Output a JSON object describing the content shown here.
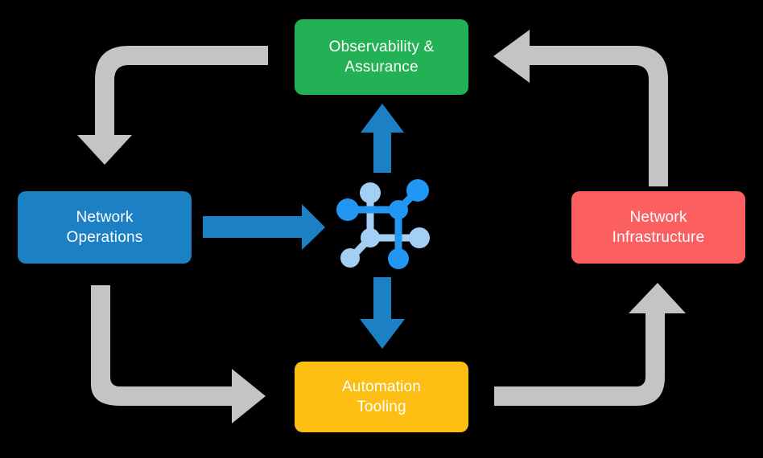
{
  "diagram": {
    "title": "Network operations lifecycle cycle diagram",
    "background_color": "#000000",
    "center": {
      "icon_name": "network-mesh-icon",
      "primary_color": "#2196F3",
      "secondary_color": "#A3CFF5"
    },
    "nodes": [
      {
        "id": "observability",
        "label": "Observability &\nAssurance",
        "color": "#22B154",
        "position": "top"
      },
      {
        "id": "network-operations",
        "label": "Network\nOperations",
        "color": "#1B80C4",
        "position": "left"
      },
      {
        "id": "network-infrastructure",
        "label": "Network\nInfrastructure",
        "color": "#FB5F5F",
        "position": "right"
      },
      {
        "id": "automation-tooling",
        "label": "Automation\nTooling",
        "color": "#FDBE14",
        "position": "bottom"
      }
    ],
    "connectors": [
      {
        "id": "observability-to-network-operations",
        "name": "gray-elbow-arrow-top-left",
        "color": "#C4C4C4",
        "from": "observability",
        "to": "network-operations",
        "direction": "down"
      },
      {
        "id": "network-infrastructure-to-observability",
        "name": "gray-elbow-arrow-top-right",
        "color": "#C4C4C4",
        "from": "network-infrastructure",
        "to": "observability",
        "direction": "left"
      },
      {
        "id": "network-operations-to-automation-tooling",
        "name": "gray-elbow-arrow-bottom-left",
        "color": "#C4C4C4",
        "from": "network-operations",
        "to": "automation-tooling",
        "direction": "right"
      },
      {
        "id": "automation-tooling-to-network-infrastructure",
        "name": "gray-elbow-arrow-bottom-right",
        "color": "#C4C4C4",
        "from": "automation-tooling",
        "to": "network-infrastructure",
        "direction": "up"
      },
      {
        "id": "center-to-observability",
        "name": "blue-arrow-up",
        "color": "#1B80C4",
        "from": "center",
        "to": "observability",
        "direction": "up"
      },
      {
        "id": "center-to-automation-tooling",
        "name": "blue-arrow-down",
        "color": "#1B80C4",
        "from": "center",
        "to": "automation-tooling",
        "direction": "down"
      },
      {
        "id": "network-operations-to-center",
        "name": "blue-arrow-right",
        "color": "#1B80C4",
        "from": "network-operations",
        "to": "center",
        "direction": "right"
      }
    ]
  }
}
